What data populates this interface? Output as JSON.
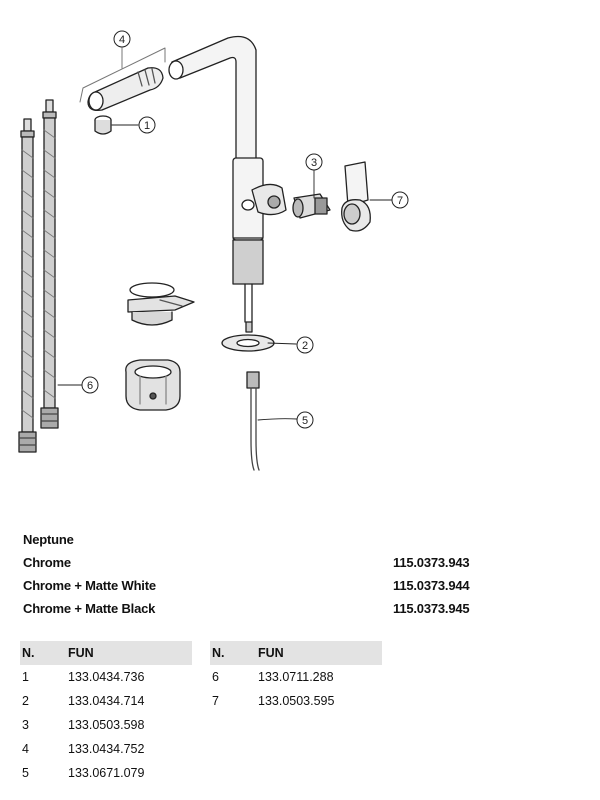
{
  "diagram": {
    "callouts": [
      "1",
      "2",
      "3",
      "4",
      "5",
      "6",
      "7"
    ]
  },
  "product": {
    "name": "Neptune",
    "variants": [
      {
        "finish": "Chrome",
        "code": "115.0373.943"
      },
      {
        "finish": "Chrome + Matte White",
        "code": "115.0373.944"
      },
      {
        "finish": "Chrome + Matte Black",
        "code": "115.0373.945"
      }
    ]
  },
  "parts_table": {
    "headers": [
      "N.",
      "FUN"
    ],
    "left": [
      {
        "n": "1",
        "fun": "133.0434.736"
      },
      {
        "n": "2",
        "fun": "133.0434.714"
      },
      {
        "n": "3",
        "fun": "133.0503.598"
      },
      {
        "n": "4",
        "fun": "133.0434.752"
      },
      {
        "n": "5",
        "fun": "133.0671.079"
      }
    ],
    "right": [
      {
        "n": "6",
        "fun": "133.0711.288"
      },
      {
        "n": "7",
        "fun": "133.0503.595"
      }
    ]
  }
}
